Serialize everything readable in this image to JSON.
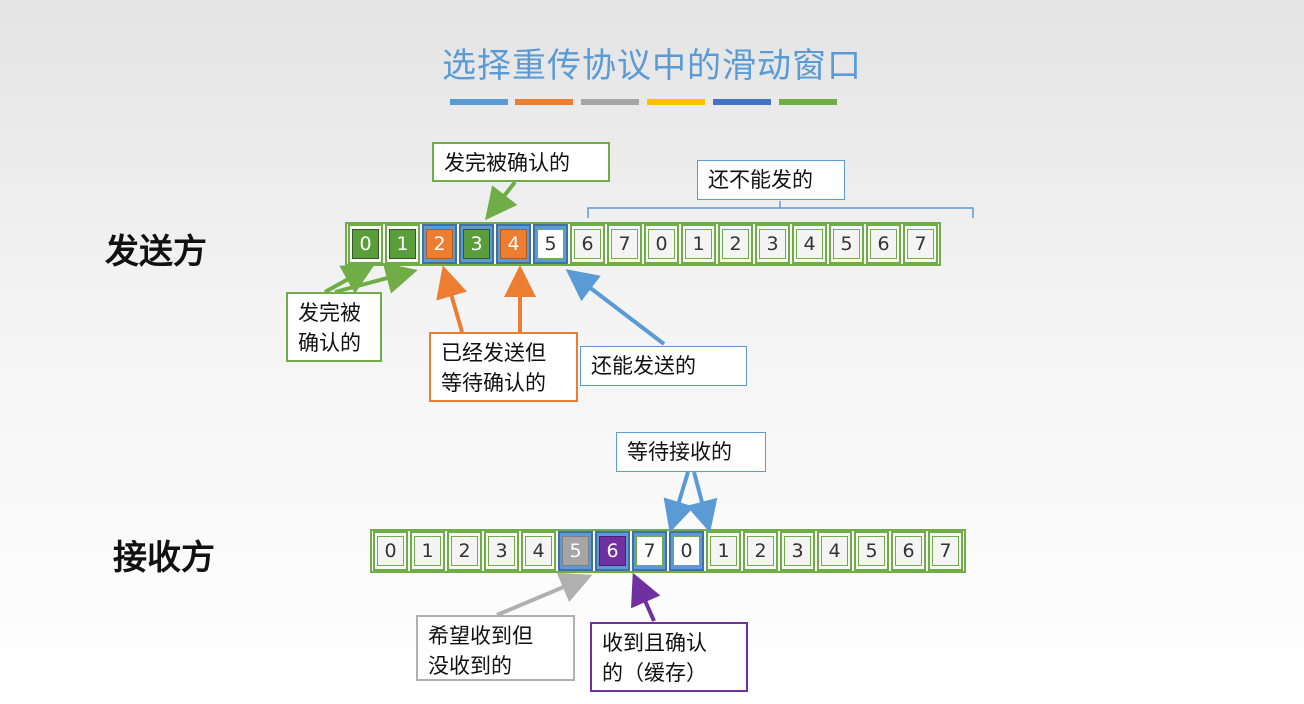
{
  "title": "选择重传协议中的滑动窗口",
  "colors": {
    "title": "#5b9bd5",
    "strip": [
      "#5b9bd5",
      "#ed7d31",
      "#a5a5a5",
      "#ffc000",
      "#4472c4",
      "#70ad47"
    ],
    "green": "#70ad47",
    "blue": "#5b9bd5",
    "orange": "#ed7d31",
    "gray": "#a5a5a5",
    "purple": "#7030a0"
  },
  "sender": {
    "label": "发送方",
    "cells": [
      "0",
      "1",
      "2",
      "3",
      "4",
      "5",
      "6",
      "7",
      "0",
      "1",
      "2",
      "3",
      "4",
      "5",
      "6",
      "7"
    ],
    "callouts": {
      "acked_top": "发完被确认的",
      "cannot_send": "还不能发的",
      "acked_left": [
        "发完被",
        "确认的"
      ],
      "sent_waiting": [
        "已经发送但",
        "等待确认的"
      ],
      "can_send": "还能发送的"
    }
  },
  "receiver": {
    "label": "接收方",
    "cells": [
      "0",
      "1",
      "2",
      "3",
      "4",
      "5",
      "6",
      "7",
      "0",
      "1",
      "2",
      "3",
      "4",
      "5",
      "6",
      "7"
    ],
    "callouts": {
      "waiting": "等待接收的",
      "expected": [
        "希望收到但",
        "没收到的"
      ],
      "buffered": [
        "收到且确认",
        "的（缓存）"
      ]
    }
  }
}
